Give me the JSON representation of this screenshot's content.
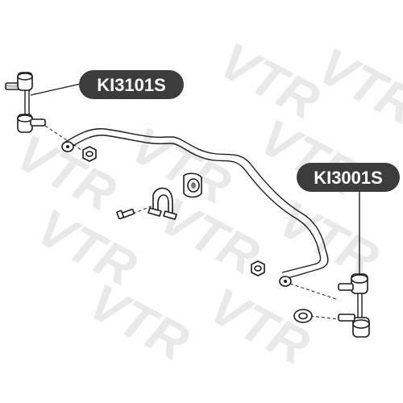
{
  "watermark": {
    "text": "VTR"
  },
  "labels": {
    "left_part_number": "KI3101S",
    "right_part_number": "KI3001S"
  },
  "colors": {
    "badge": "#3c3c3c",
    "line": "#1c1c1c",
    "watermark": "#e9e9e9",
    "background": "#ffffff"
  }
}
